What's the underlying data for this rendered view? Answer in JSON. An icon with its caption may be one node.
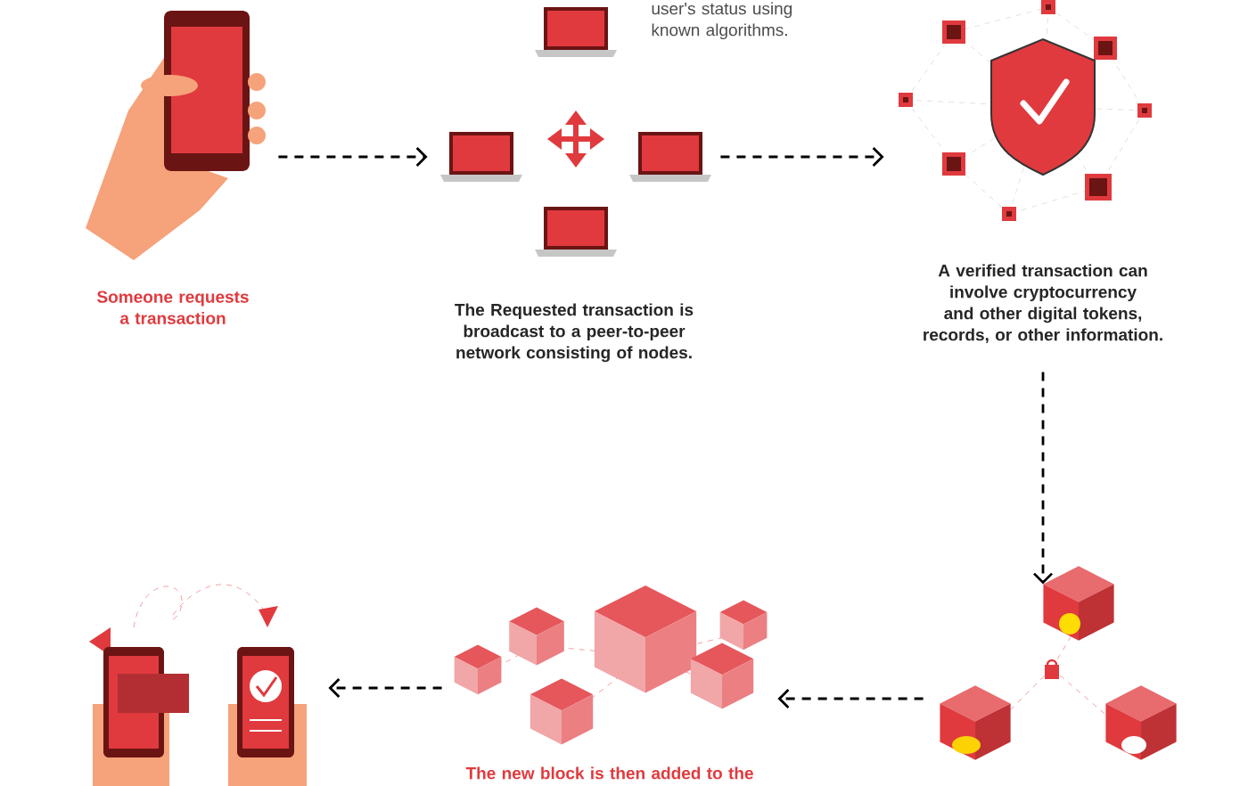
{
  "diagram": {
    "nodes": [
      {
        "text": [],
        "shape": "picture",
        "beside": [
          "Someone requests a transaction"
        ]
      },
      {
        "text": [],
        "shape": "picture"
      },
      {
        "text": [],
        "shape": "picture",
        "beside": [
          "The Requested transaction is broadcast to a peer-to-peer network consisting of nodes."
        ]
      },
      {
        "text": [],
        "shape": "picture",
        "beside": [
          "The new block is then added to the"
        ]
      },
      {
        "text": [],
        "shape": "picture",
        "beside": [
          "A verified transaction can involve cryptocurrency and other digital tokens, records, or other information."
        ]
      },
      {
        "text": [],
        "shape": "picture"
      }
    ],
    "edges": [
      {
        "from": 0,
        "to": 2,
        "arrow": "to"
      },
      {
        "from": 2,
        "to": 4,
        "arrow": "to"
      },
      {
        "from": 4,
        "to": 5,
        "arrow": "to"
      },
      {
        "from": 5,
        "to": 3,
        "arrow": "to"
      },
      {
        "from": 3,
        "to": 1,
        "arrow": "to"
      }
    ],
    "labels": [
      "user's status using known algorithms."
    ]
  }
}
